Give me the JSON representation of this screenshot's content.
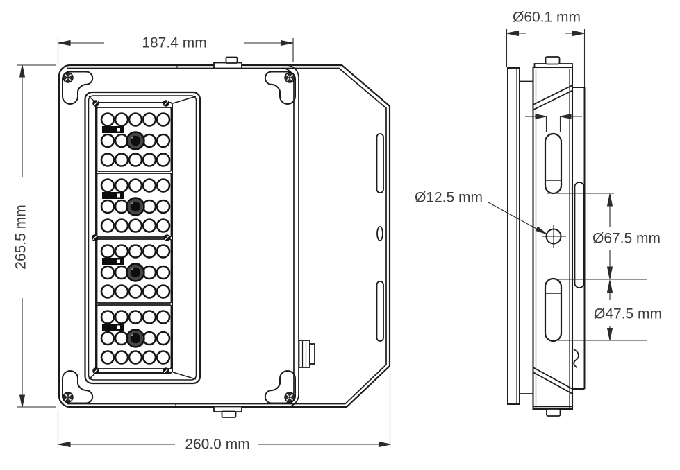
{
  "drawing": {
    "subject": "LED floodlight technical dimension drawing",
    "background_color": "#ffffff",
    "line_color": "#1c1c1c",
    "dimension_line_color": "#2b2b2b",
    "text_color": "#3d3d3d",
    "front_view": {
      "width_top_label": "187.4  mm",
      "height_label": "265.5 mm",
      "width_bottom_label": "260.0 mm"
    },
    "side_view": {
      "depth_label": "Ø60.1 mm",
      "hole_diameter_label": "Ø12.5 mm",
      "upper_spacing_label": "Ø67.5 mm",
      "lower_spacing_label": "Ø47.5 mm"
    }
  }
}
